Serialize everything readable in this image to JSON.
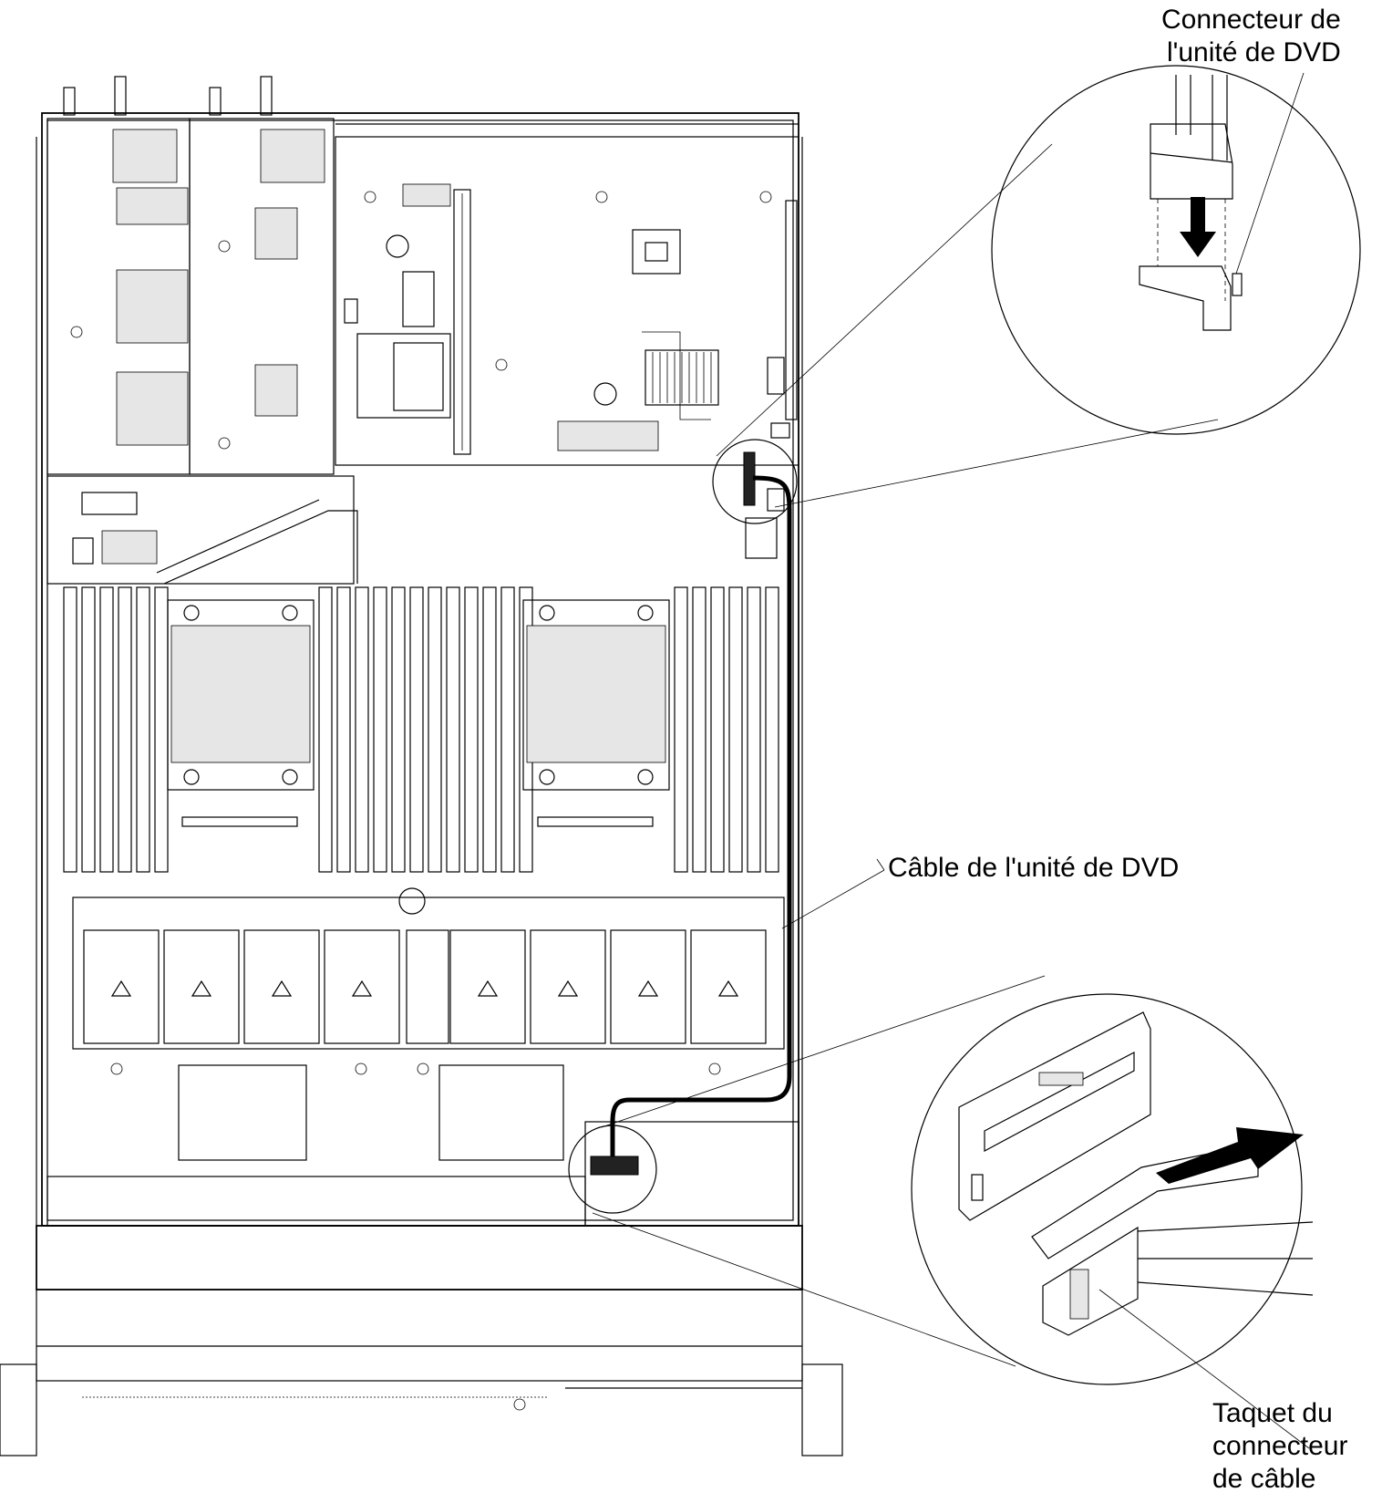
{
  "labels": {
    "dvd_connector": [
      "Connecteur de",
      "l'unité de DVD"
    ],
    "dvd_cable": "Câble de l'unité de DVD",
    "cable_tab": [
      "Taquet du",
      "connecteur",
      "de câble"
    ]
  },
  "colors": {
    "line": "#000000",
    "fill_grey": "#e6e6e6",
    "cable": "#000000",
    "background": "#ffffff"
  }
}
